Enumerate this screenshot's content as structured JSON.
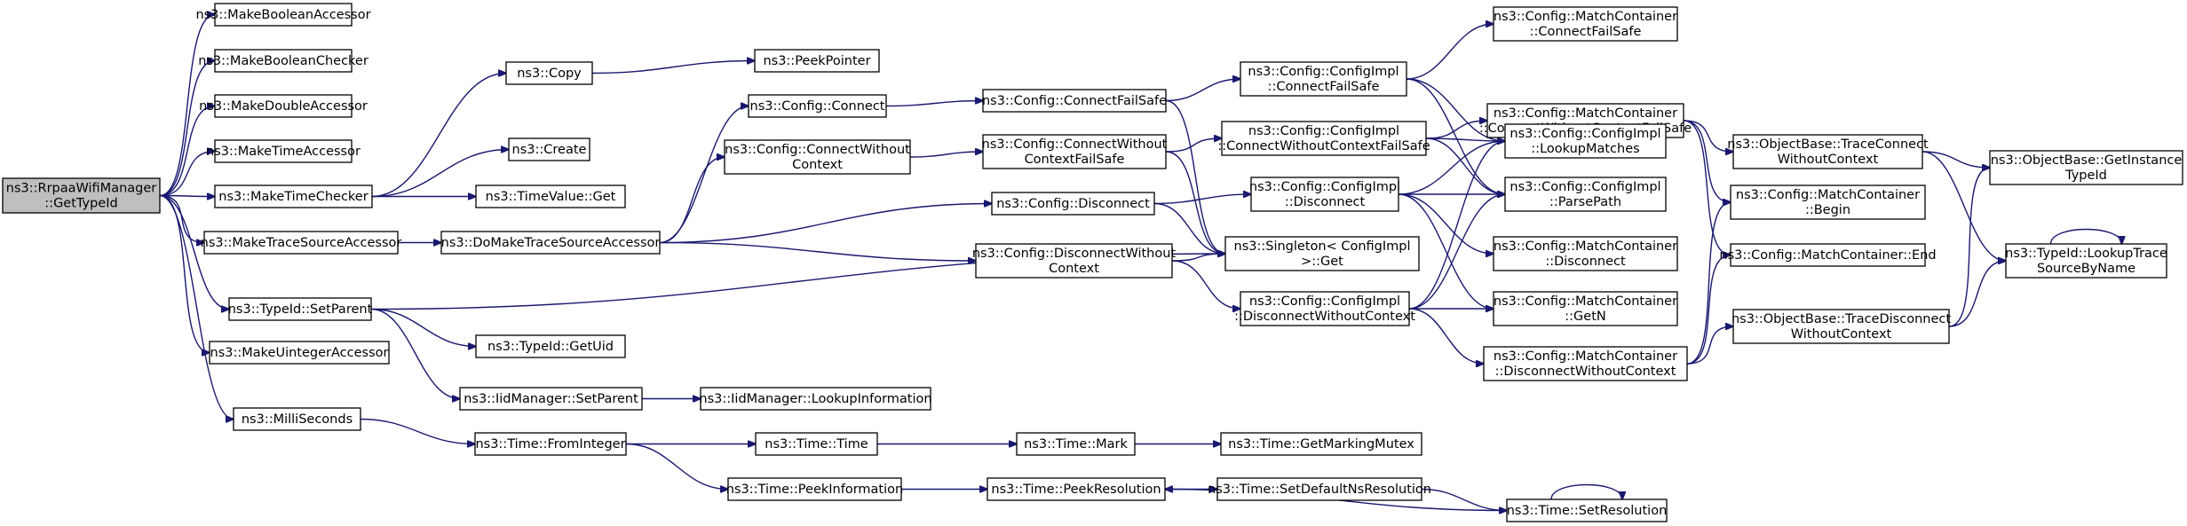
{
  "nodes": [
    {
      "id": "root",
      "lines": [
        "ns3::RrpaaWifiManager",
        "::GetTypeId"
      ],
      "root": true
    },
    {
      "id": "mba",
      "lines": [
        "ns3::MakeBooleanAccessor"
      ]
    },
    {
      "id": "mbc",
      "lines": [
        "ns3::MakeBooleanChecker"
      ]
    },
    {
      "id": "mda",
      "lines": [
        "ns3::MakeDoubleAccessor"
      ]
    },
    {
      "id": "mta",
      "lines": [
        "ns3::MakeTimeAccessor"
      ]
    },
    {
      "id": "mtc",
      "lines": [
        "ns3::MakeTimeChecker"
      ]
    },
    {
      "id": "mtsa",
      "lines": [
        "ns3::MakeTraceSourceAccessor"
      ]
    },
    {
      "id": "tsp",
      "lines": [
        "ns3::TypeId::SetParent"
      ]
    },
    {
      "id": "mua",
      "lines": [
        "ns3::MakeUintegerAccessor"
      ]
    },
    {
      "id": "ms",
      "lines": [
        "ns3::MilliSeconds"
      ]
    },
    {
      "id": "copy",
      "lines": [
        "ns3::Copy"
      ]
    },
    {
      "id": "create",
      "lines": [
        "ns3::Create"
      ]
    },
    {
      "id": "tvget",
      "lines": [
        "ns3::TimeValue::Get"
      ]
    },
    {
      "id": "peekptr",
      "lines": [
        "ns3::PeekPointer"
      ]
    },
    {
      "id": "dmtsa",
      "lines": [
        "ns3::DoMakeTraceSourceAccessor"
      ]
    },
    {
      "id": "getuid",
      "lines": [
        "ns3::TypeId::GetUid"
      ]
    },
    {
      "id": "iidsp",
      "lines": [
        "ns3::IidManager::SetParent"
      ]
    },
    {
      "id": "iidli",
      "lines": [
        "ns3::IidManager::LookupInformation"
      ]
    },
    {
      "id": "tfi",
      "lines": [
        "ns3::Time::FromInteger"
      ]
    },
    {
      "id": "ttime",
      "lines": [
        "ns3::Time::Time"
      ]
    },
    {
      "id": "tpi",
      "lines": [
        "ns3::Time::PeekInformation"
      ]
    },
    {
      "id": "tmark",
      "lines": [
        "ns3::Time::Mark"
      ]
    },
    {
      "id": "tgmm",
      "lines": [
        "ns3::Time::GetMarkingMutex"
      ]
    },
    {
      "id": "tpr",
      "lines": [
        "ns3::Time::PeekResolution"
      ]
    },
    {
      "id": "tsdnr",
      "lines": [
        "ns3::Time::SetDefaultNsResolution"
      ]
    },
    {
      "id": "tsr",
      "lines": [
        "ns3::Time::SetResolution"
      ]
    },
    {
      "id": "cconn",
      "lines": [
        "ns3::Config::Connect"
      ]
    },
    {
      "id": "ccwc",
      "lines": [
        "ns3::Config::ConnectWithout",
        "Context"
      ]
    },
    {
      "id": "cdisc",
      "lines": [
        "ns3::Config::Disconnect"
      ]
    },
    {
      "id": "cdwc",
      "lines": [
        "ns3::Config::DisconnectWithout",
        "Context"
      ]
    },
    {
      "id": "ccfs",
      "lines": [
        "ns3::Config::ConnectFailSafe"
      ]
    },
    {
      "id": "ccwcfs",
      "lines": [
        "ns3::Config::ConnectWithout",
        "ContextFailSafe"
      ]
    },
    {
      "id": "sget",
      "lines": [
        "ns3::Singleton< ConfigImpl",
        " >::Get"
      ]
    },
    {
      "id": "cicfs",
      "lines": [
        "ns3::Config::ConfigImpl",
        "::ConnectFailSafe"
      ]
    },
    {
      "id": "cicwcfs",
      "lines": [
        "ns3::Config::ConfigImpl",
        "::ConnectWithoutContextFailSafe"
      ]
    },
    {
      "id": "cidisc",
      "lines": [
        "ns3::Config::ConfigImpl",
        "::Disconnect"
      ]
    },
    {
      "id": "cidwc",
      "lines": [
        "ns3::Config::ConfigImpl",
        "::DisconnectWithoutContext"
      ]
    },
    {
      "id": "mccfs",
      "lines": [
        "ns3::Config::MatchContainer",
        "::ConnectFailSafe"
      ]
    },
    {
      "id": "mccwcfs",
      "lines": [
        "ns3::Config::MatchContainer",
        "::ConnectWithoutContextFailSafe"
      ]
    },
    {
      "id": "cilm",
      "lines": [
        "ns3::Config::ConfigImpl",
        "::LookupMatches"
      ]
    },
    {
      "id": "cipp",
      "lines": [
        "ns3::Config::ConfigImpl",
        "::ParsePath"
      ]
    },
    {
      "id": "mcdisc",
      "lines": [
        "ns3::Config::MatchContainer",
        "::Disconnect"
      ]
    },
    {
      "id": "mcgetn",
      "lines": [
        "ns3::Config::MatchContainer",
        "::GetN"
      ]
    },
    {
      "id": "mcdwc",
      "lines": [
        "ns3::Config::MatchContainer",
        "::DisconnectWithoutContext"
      ]
    },
    {
      "id": "mcbegin",
      "lines": [
        "ns3::Config::MatchContainer",
        "::Begin"
      ]
    },
    {
      "id": "mcend",
      "lines": [
        "ns3::Config::MatchContainer::End"
      ]
    },
    {
      "id": "obtcwc",
      "lines": [
        "ns3::ObjectBase::TraceConnect",
        "WithoutContext"
      ]
    },
    {
      "id": "obtdwc",
      "lines": [
        "ns3::ObjectBase::TraceDisconnect",
        "WithoutContext"
      ]
    },
    {
      "id": "obgit",
      "lines": [
        "ns3::ObjectBase::GetInstance",
        "TypeId"
      ]
    },
    {
      "id": "tidlt",
      "lines": [
        "ns3::TypeId::LookupTrace",
        "SourceByName"
      ]
    }
  ],
  "edges": [
    [
      "root",
      "mba"
    ],
    [
      "root",
      "mbc"
    ],
    [
      "root",
      "mda"
    ],
    [
      "root",
      "mta"
    ],
    [
      "root",
      "mtc"
    ],
    [
      "root",
      "mtsa"
    ],
    [
      "root",
      "tsp"
    ],
    [
      "root",
      "mua"
    ],
    [
      "root",
      "ms"
    ],
    [
      "mtc",
      "copy"
    ],
    [
      "mtc",
      "create"
    ],
    [
      "mtc",
      "tvget"
    ],
    [
      "copy",
      "peekptr"
    ],
    [
      "mtsa",
      "dmtsa"
    ],
    [
      "tsp",
      "getuid"
    ],
    [
      "tsp",
      "iidsp"
    ],
    [
      "tsp",
      "sget"
    ],
    [
      "iidsp",
      "iidli"
    ],
    [
      "ms",
      "tfi"
    ],
    [
      "tfi",
      "ttime"
    ],
    [
      "tfi",
      "tpi"
    ],
    [
      "ttime",
      "tmark"
    ],
    [
      "tmark",
      "tgmm"
    ],
    [
      "tpi",
      "tpr"
    ],
    [
      "tpr",
      "tsdnr"
    ],
    [
      "tsdnr",
      "tsr"
    ],
    [
      "tsr",
      "tpr"
    ],
    [
      "tsr",
      "tsr"
    ],
    [
      "dmtsa",
      "cconn"
    ],
    [
      "dmtsa",
      "ccwc"
    ],
    [
      "dmtsa",
      "cdisc"
    ],
    [
      "dmtsa",
      "cdwc"
    ],
    [
      "cconn",
      "ccfs"
    ],
    [
      "ccwc",
      "ccwcfs"
    ],
    [
      "ccfs",
      "cicfs"
    ],
    [
      "ccfs",
      "sget"
    ],
    [
      "ccwcfs",
      "cicwcfs"
    ],
    [
      "ccwcfs",
      "sget"
    ],
    [
      "cdisc",
      "cidisc"
    ],
    [
      "cdisc",
      "sget"
    ],
    [
      "cdwc",
      "cidwc"
    ],
    [
      "cdwc",
      "sget"
    ],
    [
      "cicfs",
      "mccfs"
    ],
    [
      "cicfs",
      "cilm"
    ],
    [
      "cicfs",
      "cipp"
    ],
    [
      "cicwcfs",
      "mccwcfs"
    ],
    [
      "cicwcfs",
      "cilm"
    ],
    [
      "cicwcfs",
      "cipp"
    ],
    [
      "cidisc",
      "mcdisc"
    ],
    [
      "cidisc",
      "cilm"
    ],
    [
      "cidisc",
      "cipp"
    ],
    [
      "cidisc",
      "mcgetn"
    ],
    [
      "cidwc",
      "mcdwc"
    ],
    [
      "cidwc",
      "cilm"
    ],
    [
      "cidwc",
      "cipp"
    ],
    [
      "cidwc",
      "mcgetn"
    ],
    [
      "mccwcfs",
      "mcbegin"
    ],
    [
      "mccwcfs",
      "mcend"
    ],
    [
      "mccwcfs",
      "obtcwc"
    ],
    [
      "mcdwc",
      "mcbegin"
    ],
    [
      "mcdwc",
      "mcend"
    ],
    [
      "mcdwc",
      "obtdwc"
    ],
    [
      "obtcwc",
      "obgit"
    ],
    [
      "obtcwc",
      "tidlt"
    ],
    [
      "obtdwc",
      "obgit"
    ],
    [
      "obtdwc",
      "tidlt"
    ],
    [
      "tidlt",
      "tidlt"
    ]
  ]
}
